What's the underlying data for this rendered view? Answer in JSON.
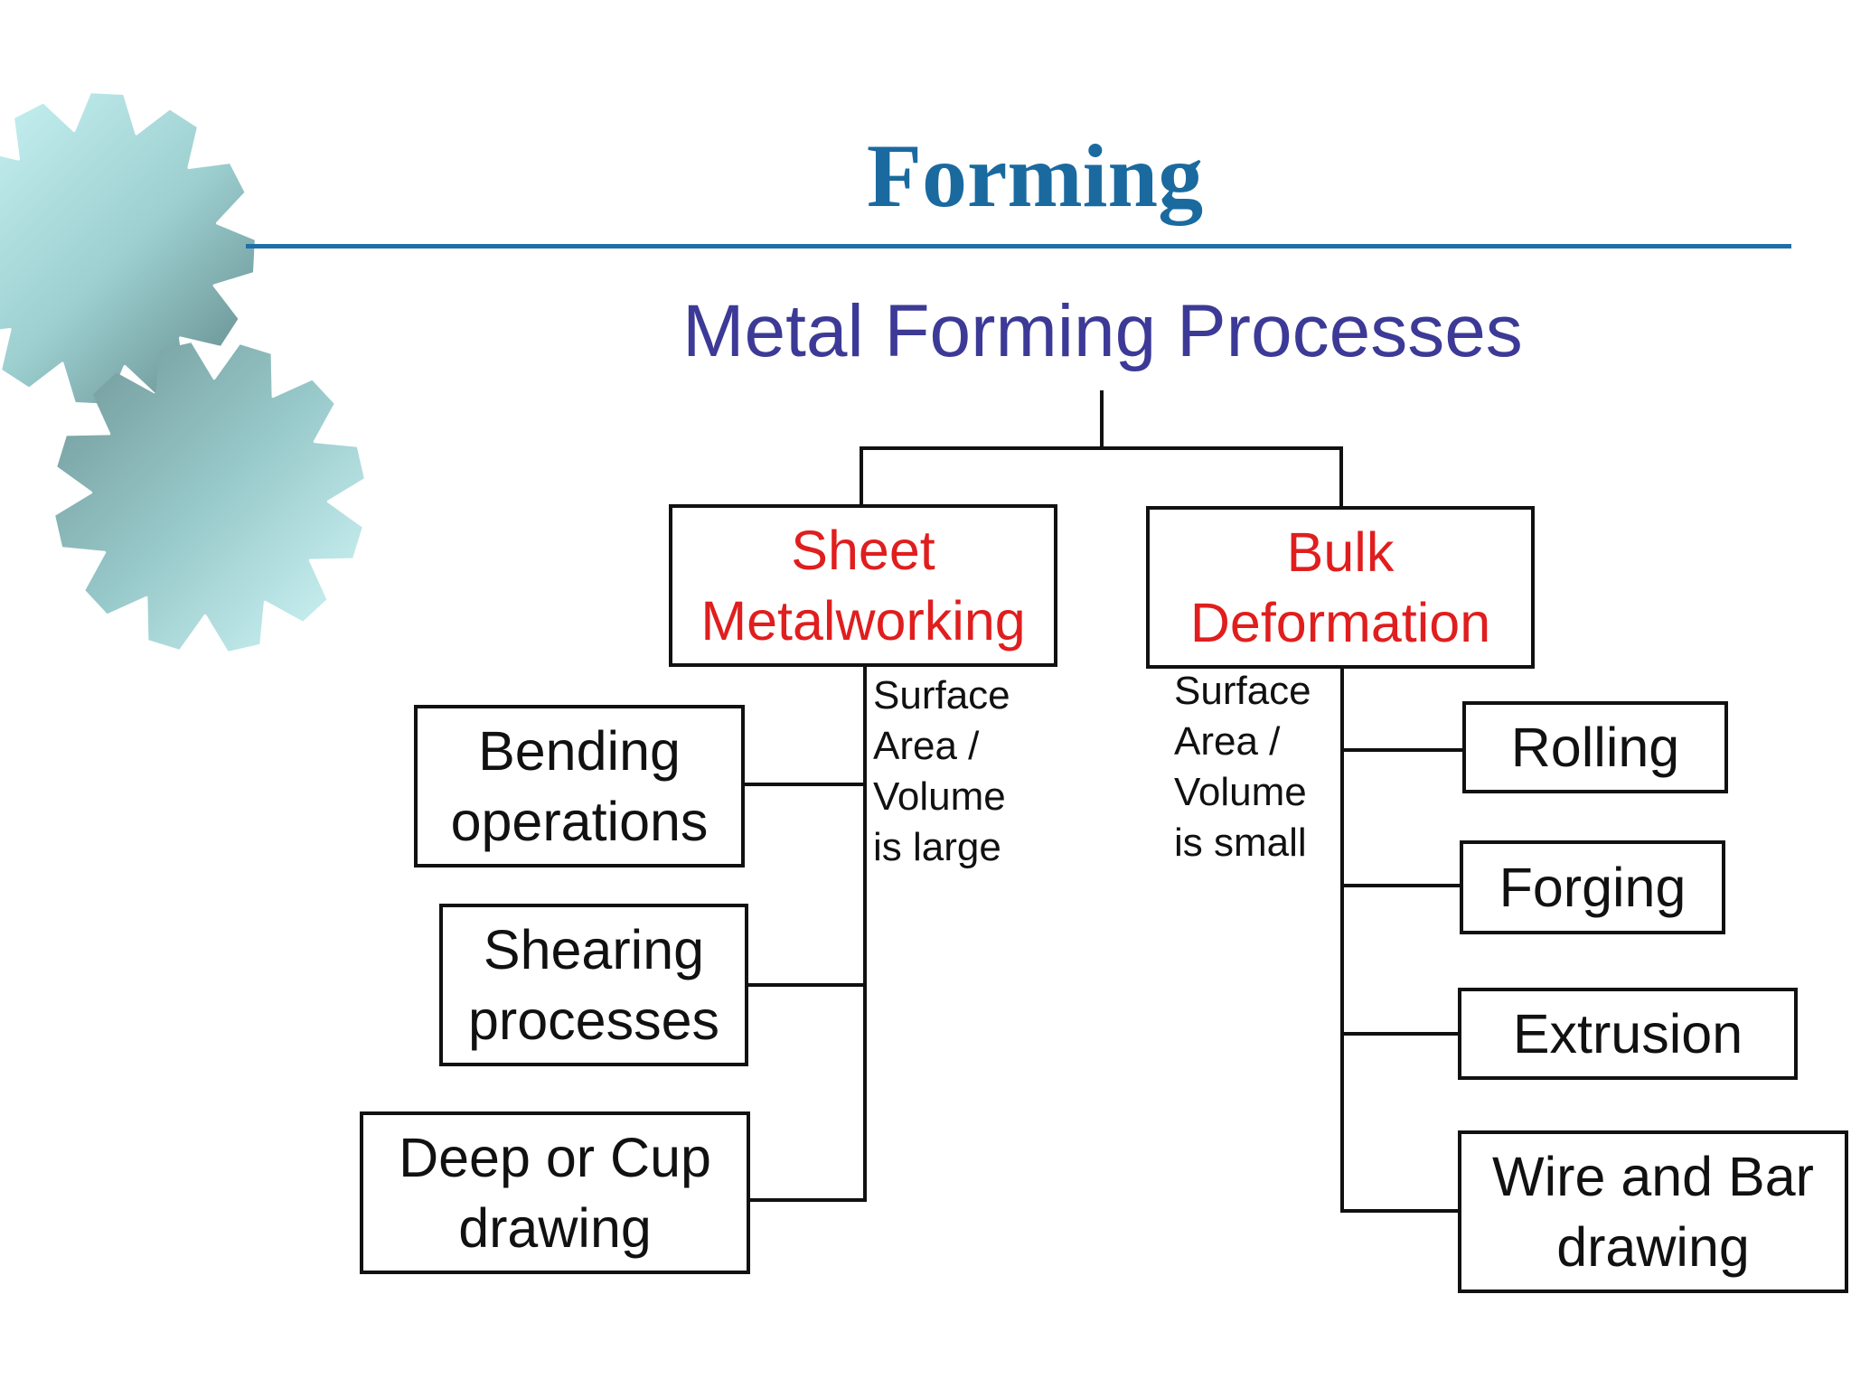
{
  "slide": {
    "title": "Forming",
    "heading": "Metal Forming Processes"
  },
  "categories": {
    "sheet": {
      "label": "Sheet\nMetalworking",
      "note": "Surface\nArea /\nVolume\n is large",
      "processes": [
        "Bending\noperations",
        "Shearing\nprocesses",
        "Deep or Cup\ndrawing"
      ]
    },
    "bulk": {
      "label": "Bulk\nDeformation",
      "note": "Surface\nArea /\nVolume\n is small",
      "processes": [
        "Rolling",
        "Forging",
        "Extrusion",
        "Wire and Bar\ndrawing"
      ]
    }
  },
  "colors": {
    "title": "#1a6aa0",
    "heading": "#3c3a96",
    "category_text": "#e01e1e",
    "rule": "#1f6ea6"
  },
  "decoration": {
    "icon": "gear-icon"
  }
}
